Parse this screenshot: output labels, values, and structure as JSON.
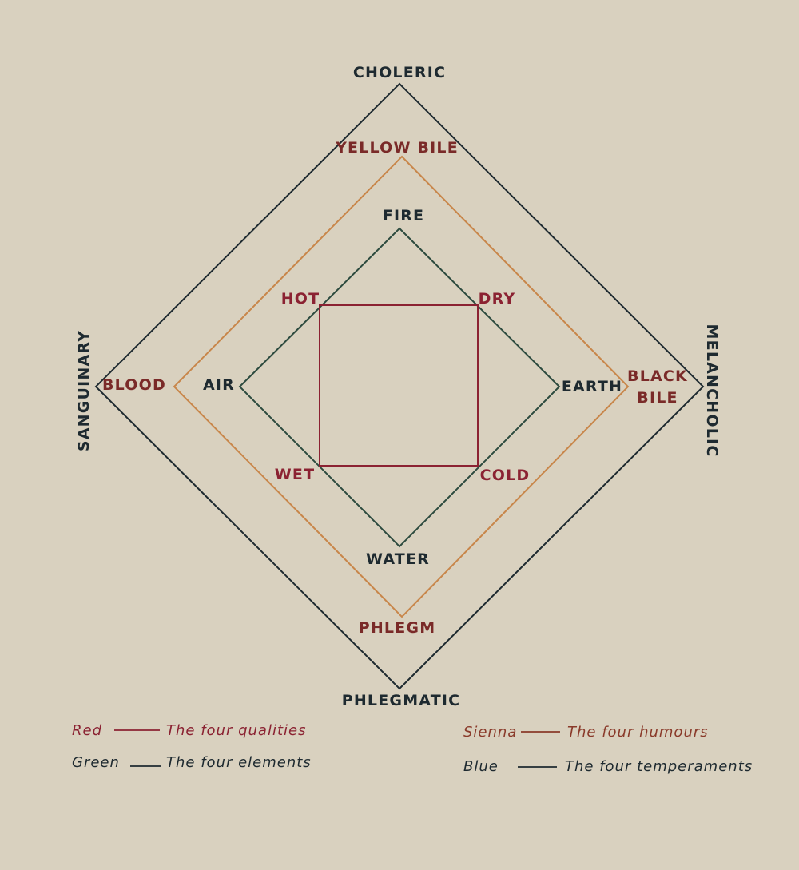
{
  "colors": {
    "paper": "#d9d1bf",
    "temperaments": "#1e2a30",
    "humours": "#c8864a",
    "elements": "#2c4a3e",
    "qualities": "#8b2232"
  },
  "temperaments": {
    "top": "CHOLERIC",
    "left": "SANGUINARY",
    "right": "MELANCHOLIC",
    "bottom": "PHLEGMATIC"
  },
  "humours": {
    "top": "YELLOW BILE",
    "left": "BLOOD",
    "right_line1": "BLACK",
    "right_line2": "BILE",
    "bottom": "PHLEGM"
  },
  "elements": {
    "top": "FIRE",
    "left": "AIR",
    "right": "EARTH",
    "bottom": "WATER"
  },
  "qualities": {
    "top_left": "HOT",
    "top_right": "DRY",
    "bottom_left": "WET",
    "bottom_right": "COLD"
  },
  "legend": {
    "red_key": "Red",
    "red_desc": "The four qualities",
    "green_key": "Green",
    "green_desc": "The four elements",
    "sienna_key": "Sienna",
    "sienna_desc": "The four humours",
    "blue_key": "Blue",
    "blue_desc": "The four temperaments"
  }
}
